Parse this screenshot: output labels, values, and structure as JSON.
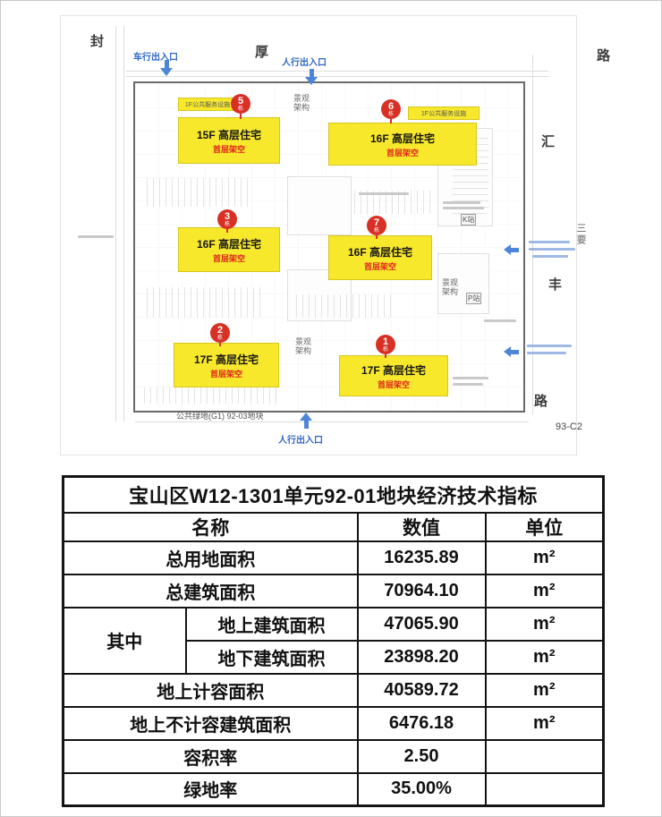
{
  "site_plan": {
    "streets": {
      "left": "封",
      "top": "厚",
      "top_right": "路",
      "right_top": "汇",
      "right_side_note": "三要",
      "right_mid": "丰",
      "right_bottom": "路",
      "corner_ref": "93-C2"
    },
    "entrances": {
      "vehicle": "车行出入口",
      "pedestrian": "人行出入口"
    },
    "buildings": [
      {
        "badge_no": "5",
        "badge_unit": "栋",
        "title": "15F 高层住宅",
        "note": "首层架空"
      },
      {
        "badge_no": "6",
        "badge_unit": "栋",
        "title": "16F 高层住宅",
        "note": "首层架空"
      },
      {
        "badge_no": "3",
        "badge_unit": "栋",
        "title": "16F 高层住宅",
        "note": "首层架空"
      },
      {
        "badge_no": "7",
        "badge_unit": "栋",
        "title": "16F 高层住宅",
        "note": "首层架空"
      },
      {
        "badge_no": "2",
        "badge_unit": "栋",
        "title": "17F 高层住宅",
        "note": "首层架空"
      },
      {
        "badge_no": "1",
        "badge_unit": "栋",
        "title": "17F 高层住宅",
        "note": "首层架空"
      }
    ],
    "labels": {
      "service_facility": "1F公共服务设施",
      "landscape": "景观架构",
      "k_station": "K站",
      "p_station": "P站",
      "green_space": "公共绿地(G1) 92-03地块"
    }
  },
  "table": {
    "title": "宝山区W12-1301单元92-01地块经济技术指标",
    "headers": {
      "name": "名称",
      "value": "数值",
      "unit": "单位"
    },
    "rows": [
      {
        "name": "总用地面积",
        "value": "16235.89",
        "unit": "m²"
      },
      {
        "name": "总建筑面积",
        "value": "70964.10",
        "unit": "m²"
      },
      {
        "group": "其中",
        "name": "地上建筑面积",
        "value": "47065.90",
        "unit": "m²"
      },
      {
        "name": "地下建筑面积",
        "value": "23898.20",
        "unit": "m²"
      },
      {
        "name": "地上计容面积",
        "value": "40589.72",
        "unit": "m²"
      },
      {
        "name": "地上不计容建筑面积",
        "value": "6476.18",
        "unit": "m²"
      },
      {
        "name": "容积率",
        "value": "2.50",
        "unit": ""
      },
      {
        "name": "绿地率",
        "value": "35.00%",
        "unit": ""
      }
    ]
  }
}
